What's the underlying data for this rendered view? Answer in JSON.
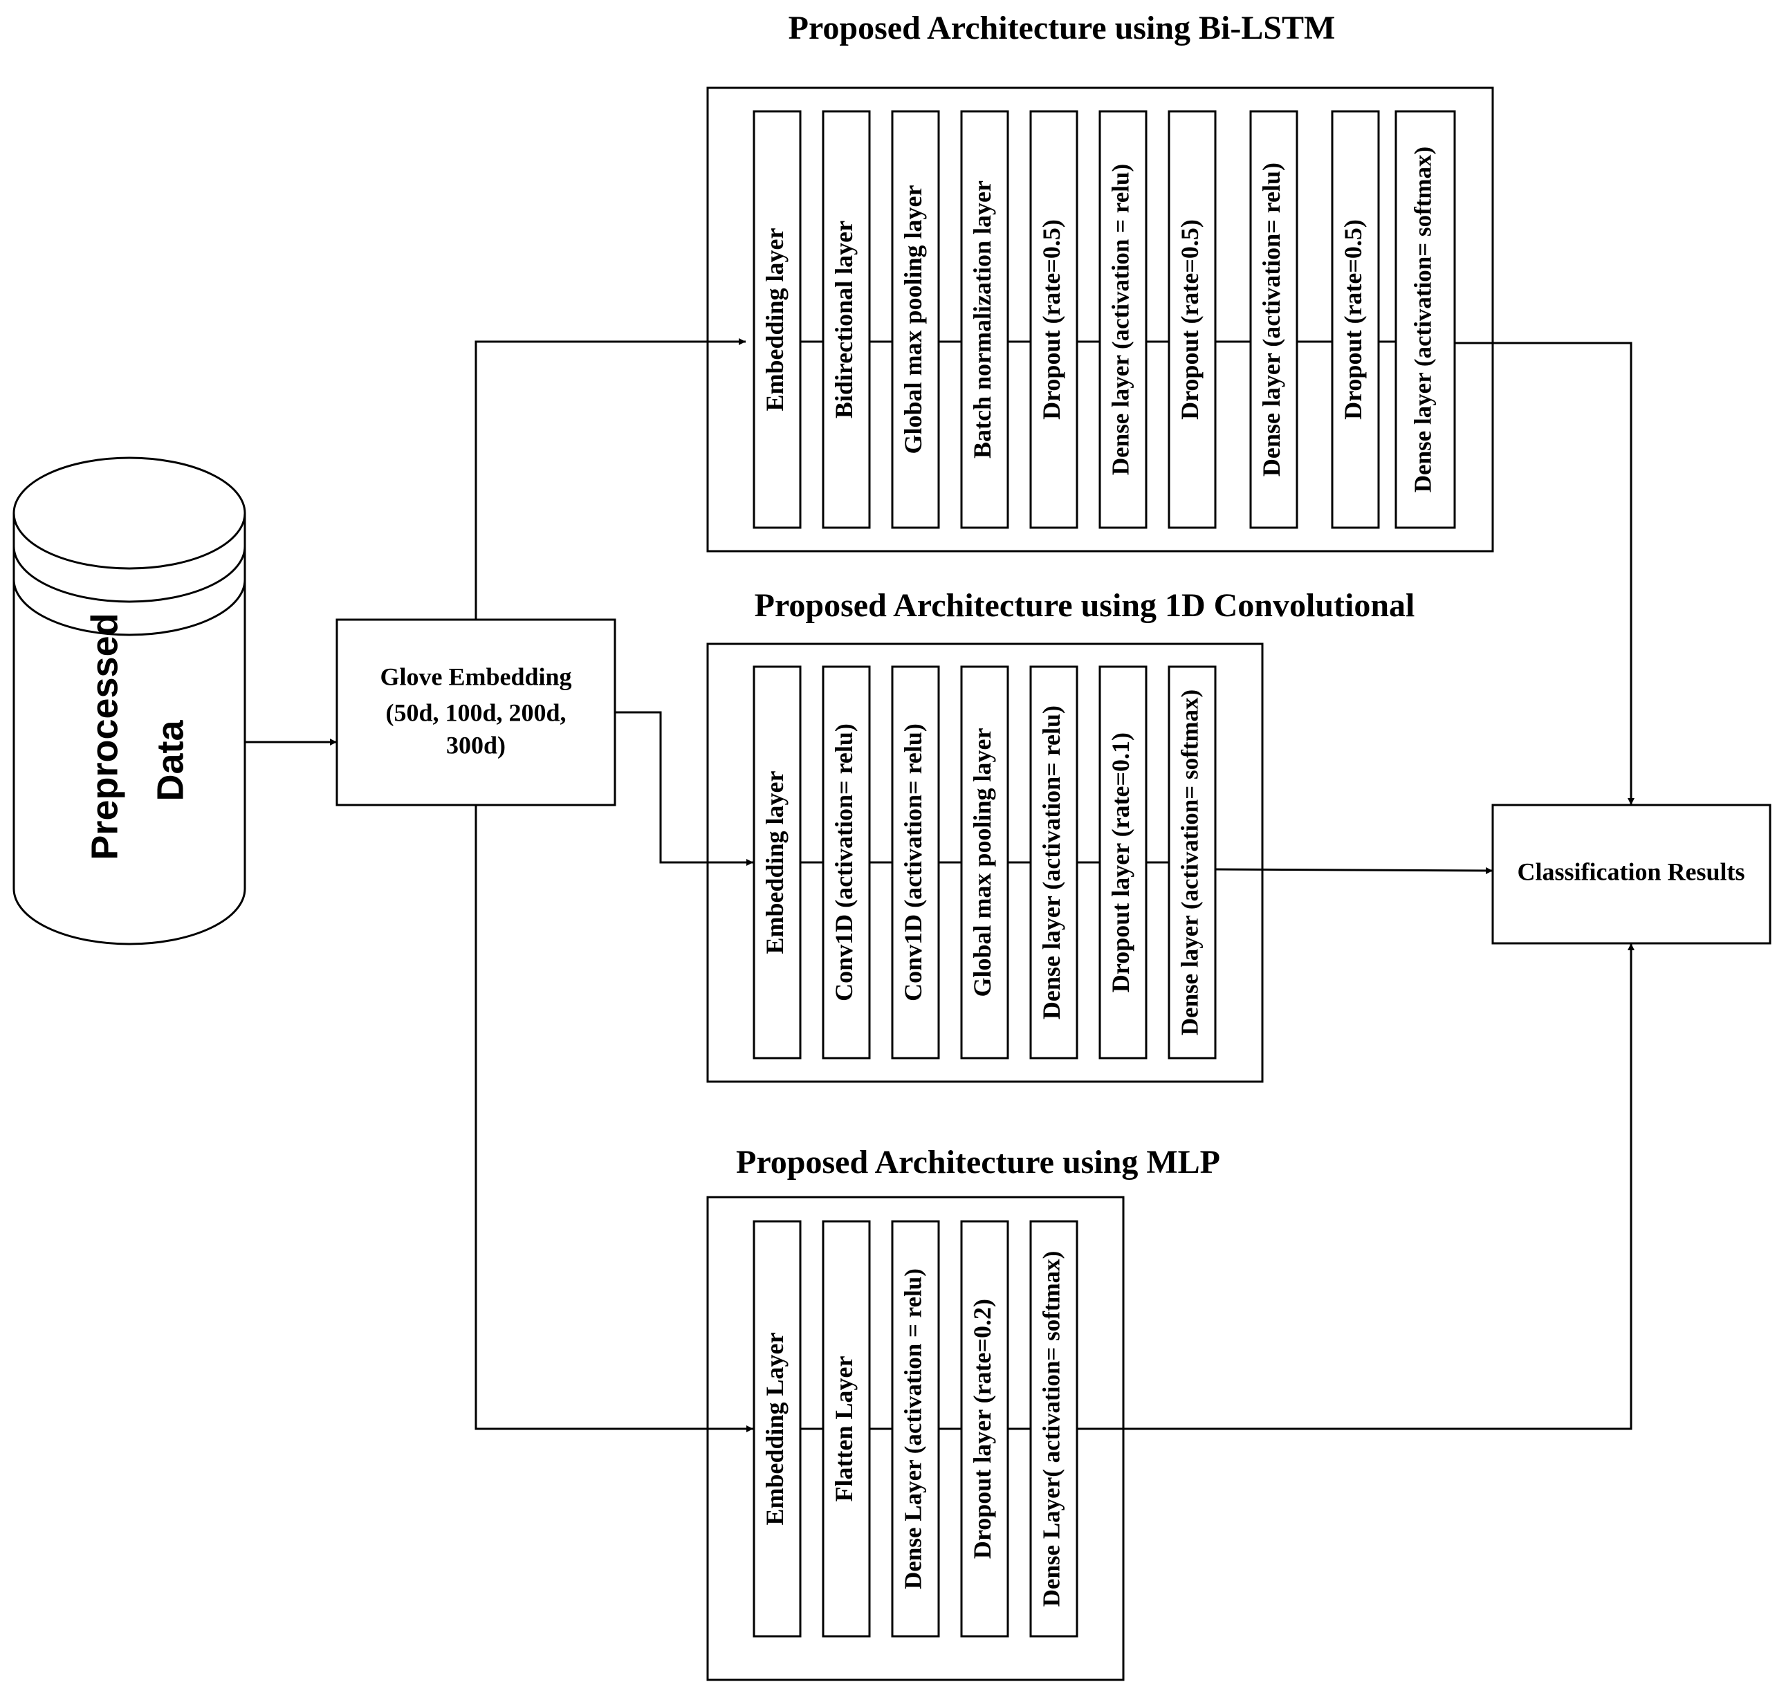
{
  "database": {
    "label_line1": "Preprocessed",
    "label_line2": "Data"
  },
  "embedding": {
    "line1": "Glove Embedding",
    "line2": "(50d, 100d, 200d,",
    "line3": "300d)"
  },
  "result": {
    "label": "Classification Results"
  },
  "colors": {
    "stroke": "#000000",
    "fill": "#ffffff",
    "text": "#000000"
  },
  "architectures": [
    {
      "title": "Proposed  Architecture using Bi-LSTM",
      "layers": [
        "Embedding layer",
        "Bidirectional layer",
        "Global max pooling layer",
        "Batch normalization layer",
        "Dropout (rate=0.5)",
        "Dense layer (activation = relu)",
        "Dropout (rate=0.5)",
        "Dense layer (activation= relu)",
        "Dropout (rate=0.5)",
        "Dense layer (activation= softmax)"
      ]
    },
    {
      "title": "Proposed Architecture using 1D Convolutional",
      "layers": [
        "Embedding layer",
        "Conv1D (activation= relu)",
        "Conv1D (activation= relu)",
        "Global max pooling layer",
        "Dense layer (activation= relu)",
        "Dropout layer (rate=0.1)",
        "Dense layer (activation= softmax)"
      ]
    },
    {
      "title": "Proposed Architecture using MLP",
      "layers": [
        "Embedding Layer",
        "Flatten Layer",
        "Dense Layer (activation = relu)",
        "Dropout layer (rate=0.2)",
        "Dense Layer( activation= softmax)"
      ]
    }
  ]
}
